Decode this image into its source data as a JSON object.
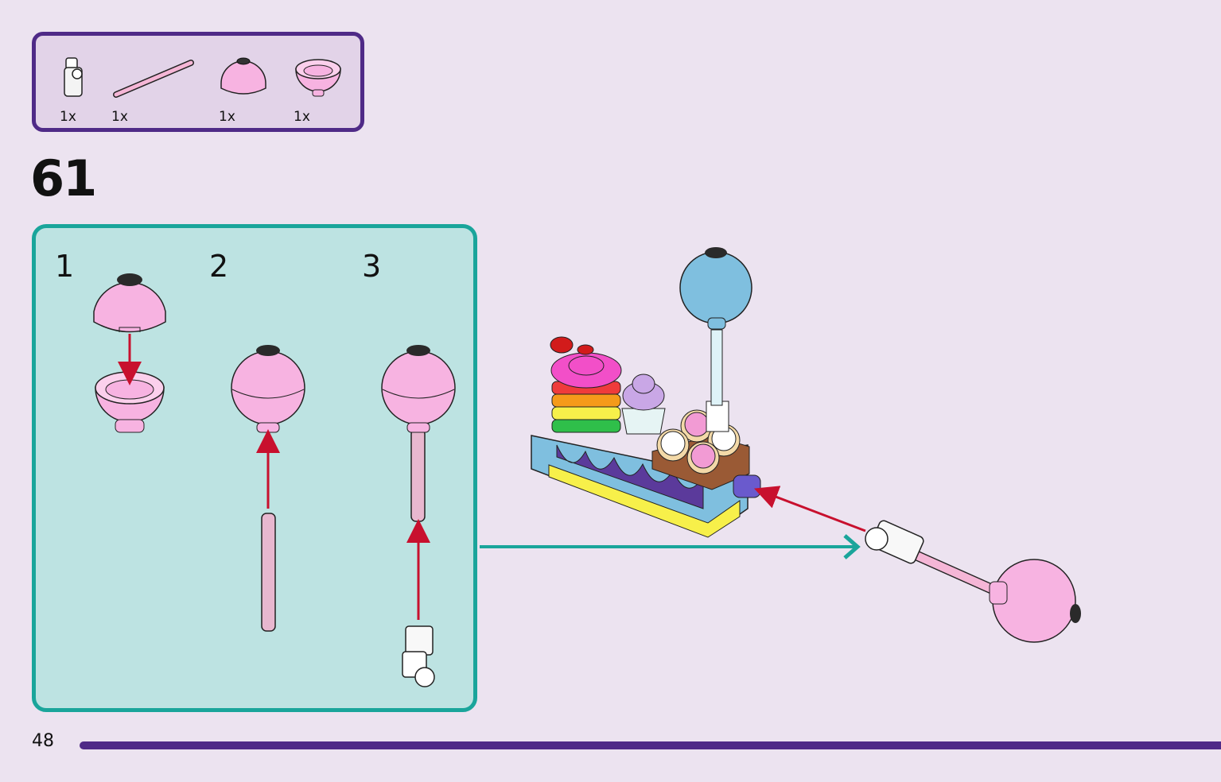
{
  "parts_list": {
    "items": [
      {
        "name": "white-clip-hinge",
        "qty": "1x"
      },
      {
        "name": "pink-bar",
        "qty": "1x"
      },
      {
        "name": "pink-dome-top",
        "qty": "1x"
      },
      {
        "name": "pink-dome-bottom",
        "qty": "1x"
      }
    ]
  },
  "step": {
    "number": "61"
  },
  "substeps": [
    {
      "number": "1"
    },
    {
      "number": "2"
    },
    {
      "number": "3"
    }
  ],
  "page": {
    "number": "48"
  },
  "colors": {
    "frame_purple": "#4f2a87",
    "panel_teal": "#1aa59b",
    "panel_fill": "#bde3e2",
    "arrow_red": "#c8102e",
    "pink_piece": "#f7b3e1",
    "blue_balloon": "#7fbfdf"
  }
}
